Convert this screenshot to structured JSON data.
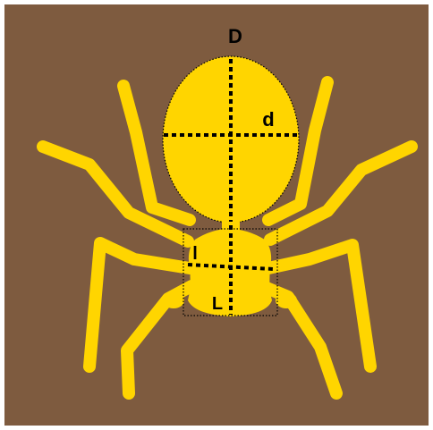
{
  "colors": {
    "background": "#7e5b3f",
    "body": "#ffd500",
    "line": "#000000",
    "page": "#ffffff"
  },
  "labels": {
    "abdomen_length": "D",
    "abdomen_width": "d",
    "prosoma_width": "l",
    "prosoma_length": "L"
  }
}
